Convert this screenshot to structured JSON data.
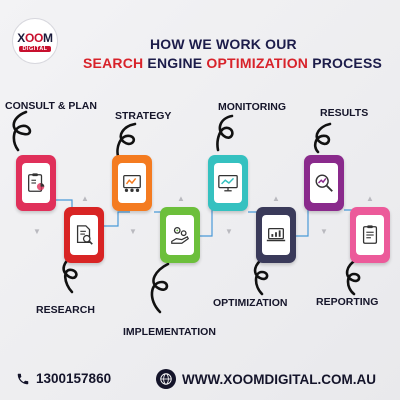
{
  "brand": {
    "logo_text": "XOOM",
    "logo_sub": "DIGITAL"
  },
  "header": {
    "line1": "HOW WE WORK OUR",
    "line2_a": "SEARCH",
    "line2_b": "ENGINE",
    "line2_c": "OPTIMIZATION",
    "line2_d": "PROCESS"
  },
  "steps": [
    {
      "label": "CONSULT & PLAN",
      "color": "#e0305a",
      "icon": "clipboard-chart-icon"
    },
    {
      "label": "RESEARCH",
      "color": "#d82424",
      "icon": "document-search-icon"
    },
    {
      "label": "STRATEGY",
      "color": "#f47b20",
      "icon": "strategy-board-icon"
    },
    {
      "label": "IMPLEMENTATION",
      "color": "#6cbf3b",
      "icon": "hand-gears-icon"
    },
    {
      "label": "MONITORING",
      "color": "#35c1c0",
      "icon": "monitor-graph-icon"
    },
    {
      "label": "OPTIMIZATION",
      "color": "#3a3a5a",
      "icon": "laptop-growth-icon"
    },
    {
      "label": "RESULTS",
      "color": "#8a2a8c",
      "icon": "magnifier-trend-icon"
    },
    {
      "label": "REPORTING",
      "color": "#ec5a9a",
      "icon": "report-clipboard-icon"
    }
  ],
  "footer": {
    "phone": "1300157860",
    "website": "WWW.XOOMDIGITAL.COM.AU"
  },
  "colors": {
    "brand_red": "#d8222a",
    "navy": "#1c1c4a"
  }
}
